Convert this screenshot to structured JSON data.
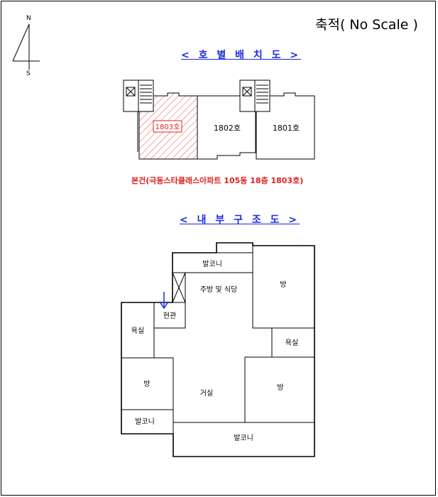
{
  "scale_label": "축적( No Scale )",
  "compass": {
    "north": "N",
    "south": "S"
  },
  "section1": {
    "title": "< 호 별 배 치 도 >",
    "units": {
      "u1803": "1803호",
      "u1802": "1802호",
      "u1801": "1801호"
    },
    "note": "본건(극동스타클래스아파트 105동 18층 1803호)"
  },
  "section2": {
    "title": "< 내 부 구 조 도 >",
    "rooms": {
      "balcony_top": "발코니",
      "kitchen": "주방 및 식당",
      "room_ne": "방",
      "entrance": "현관",
      "bath_w": "욕실",
      "bath_e": "욕실",
      "room_w": "방",
      "living": "거실",
      "room_e": "방",
      "balcony_w": "발코니",
      "balcony_s": "발코니"
    }
  },
  "colors": {
    "accent_blue": "#1a2be0",
    "subject_red": "#e02020"
  }
}
